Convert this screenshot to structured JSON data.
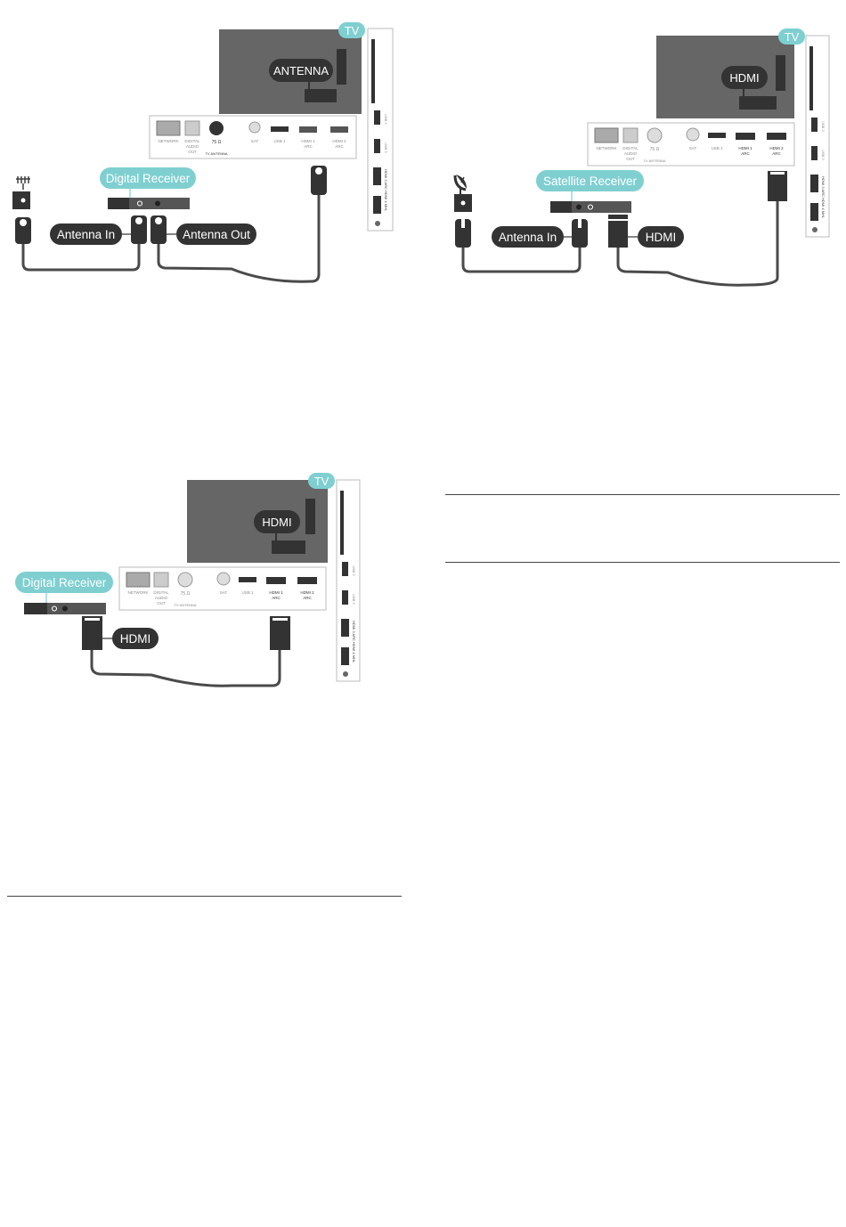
{
  "colors": {
    "tv_body": "#666666",
    "dark": "#333333",
    "cable": "#4a4a4a",
    "accent": "#7fcfd1",
    "panel_border": "#bbbbbb",
    "port_text": "#888888"
  },
  "panel_labels": {
    "network": "NETWORK",
    "digital_audio_1": "DIGITAL",
    "digital_audio_2": "AUDIO",
    "digital_audio_3": "OUT",
    "ohm": "75 Ω",
    "tv_antenna": "TV ANTENNA",
    "sat": "SAT",
    "usb1": "USB 1",
    "hdmi1": "HDMI 1",
    "hdmi2": "HDMI 2",
    "arc": "ARC",
    "side_usb2": "USB 2",
    "side_usb3": "USB 3",
    "side_hdmi": "HDMI 3 ARC   HDMI 4 MHL"
  },
  "diagram1": {
    "tv_badge": "TV",
    "tv_port_label": "ANTENNA",
    "device_label": "Digital Receiver",
    "cable_label_1": "Antenna In",
    "cable_label_2": "Antenna Out"
  },
  "diagram2": {
    "tv_badge": "TV",
    "tv_port_label": "HDMI",
    "device_label": "Satellite Receiver",
    "cable_label_1": "Antenna In",
    "cable_label_2": "HDMI"
  },
  "diagram3": {
    "tv_badge": "TV",
    "tv_port_label": "HDMI",
    "device_label": "Digital Receiver",
    "cable_label_1": "HDMI"
  }
}
